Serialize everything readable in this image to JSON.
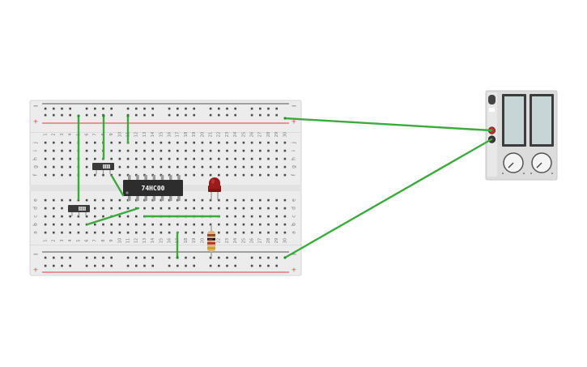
{
  "breadboard": {
    "columns": 30,
    "upper_row_letters": [
      "j",
      "i",
      "h",
      "g",
      "f"
    ],
    "lower_row_letters": [
      "e",
      "d",
      "c",
      "b",
      "a"
    ],
    "rail_minus": "−",
    "rail_plus": "+"
  },
  "chip": {
    "label": "74HC00",
    "pins_per_side": 7
  },
  "power_supply": {
    "knob_count": 2,
    "display_count": 2
  },
  "components": {
    "switches": 2,
    "led_color": "red",
    "resistor": "resistor"
  },
  "colors": {
    "board": "#ececec",
    "board_edge": "#d4d4d4",
    "hole": "#4a4a4a",
    "wire": "#3daa3d",
    "rail_red": "#e03a3a",
    "rail_dark": "#555555",
    "chip": "#2d2d2d",
    "led": "#9b1b1b",
    "supply_body": "#dcdcdc",
    "display": "#c8d5d7"
  }
}
